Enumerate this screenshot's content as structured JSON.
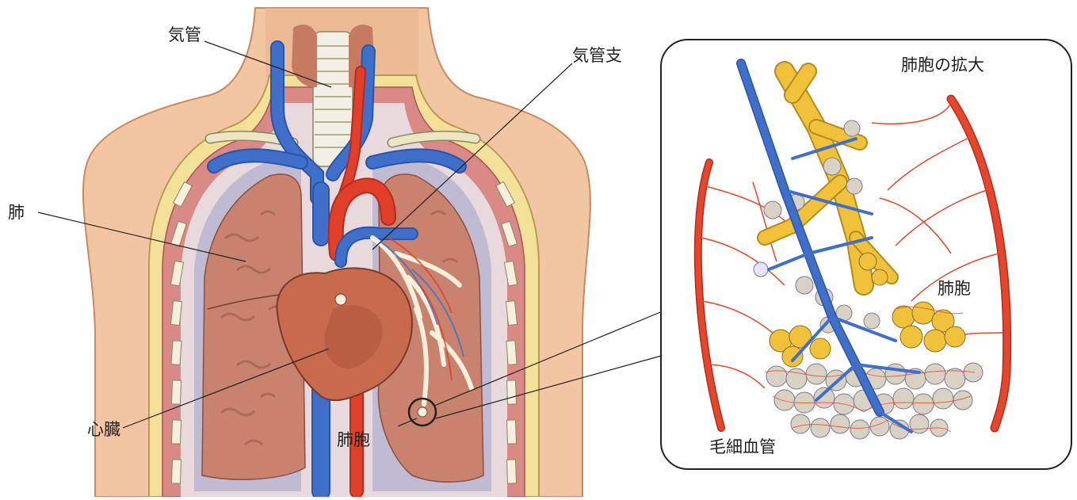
{
  "labels": {
    "trachea": "気管",
    "bronchus": "気管支",
    "lung": "肺",
    "heart": "心臓",
    "alveolus_main": "肺胞",
    "inset_title": "肺胞の拡大",
    "inset_alveolus": "肺胞",
    "inset_capillary": "毛細血管"
  },
  "colors": {
    "skin": "#f2c6a3",
    "skin_edge": "#c98a63",
    "fat": "#f3e19a",
    "muscle": "#d98a86",
    "lung": "#c9826e",
    "lung_dark": "#a25f4e",
    "pleura": "#b9b4d0",
    "heart": "#c86a4e",
    "vein_blue": "#3f6fc9",
    "artery_red": "#e0402a",
    "bone": "#ede6c4",
    "alveolus_yellow": "#f0c23c",
    "capillary_red": "#e4472c",
    "inset_border": "#222222"
  }
}
